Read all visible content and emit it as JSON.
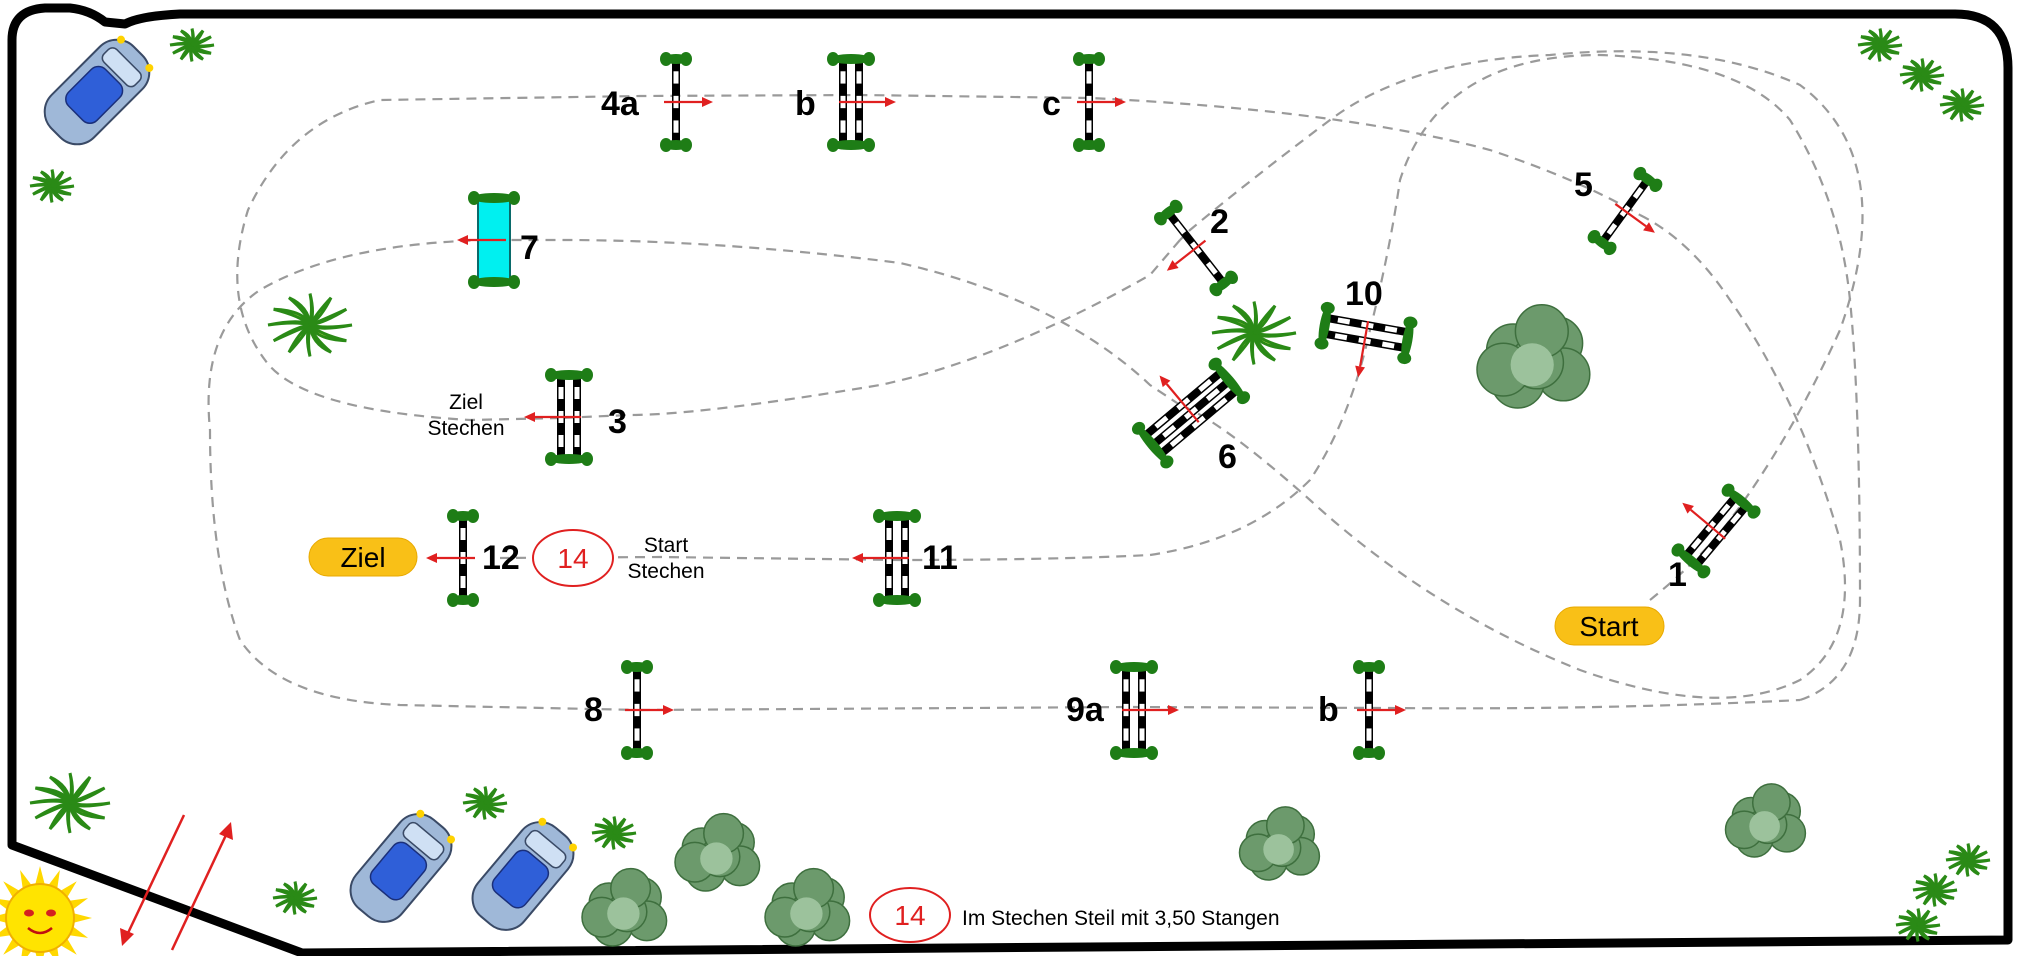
{
  "course": {
    "obstacles": [
      {
        "number": "1"
      },
      {
        "number": "2"
      },
      {
        "number": "3"
      },
      {
        "number": "4a"
      },
      {
        "number": "b"
      },
      {
        "number": "c"
      },
      {
        "number": "5"
      },
      {
        "number": "6"
      },
      {
        "number": "7"
      },
      {
        "number": "8"
      },
      {
        "number": "9a"
      },
      {
        "number": "b"
      },
      {
        "number": "10"
      },
      {
        "number": "11"
      },
      {
        "number": "12"
      }
    ],
    "start_badge": "Start",
    "finish_badge": "Ziel",
    "finish_jumpoff_label": [
      "Ziel",
      "Stechen"
    ],
    "start_jumpoff_label": [
      "Start",
      "Stechen"
    ],
    "jumpoff_marker": "14",
    "legend": {
      "marker": "14",
      "text": "Im Stechen Steil mit 3,50 Stangen"
    }
  },
  "colors": {
    "path": "#9a9a9a",
    "arrow": "#e02020",
    "badge": "#f9c017",
    "water": "#00f0f0",
    "wing": "#1e7d16"
  }
}
